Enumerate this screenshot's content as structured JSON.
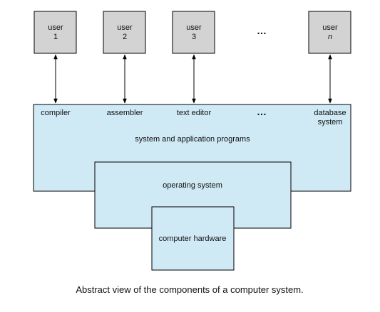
{
  "colors": {
    "user_box_fill": "#d3d3d3",
    "layer_fill": "#cfe9f5",
    "stroke": "#000000"
  },
  "users": [
    {
      "line1": "user",
      "line2": "1",
      "italic": false
    },
    {
      "line1": "user",
      "line2": "2",
      "italic": false
    },
    {
      "line1": "user",
      "line2": "3",
      "italic": false
    },
    {
      "line1": "user",
      "line2": "n",
      "italic": true
    }
  ],
  "user_ellipsis": "…",
  "programs": [
    {
      "line1": "compiler",
      "line2": ""
    },
    {
      "line1": "assembler",
      "line2": ""
    },
    {
      "line1": "text editor",
      "line2": ""
    },
    {
      "line1": "database",
      "line2": "system"
    }
  ],
  "program_ellipsis": "…",
  "layers": {
    "system_programs": "system and application programs",
    "operating_system": "operating system",
    "hardware": "computer hardware"
  },
  "caption": "Abstract view of the components of a computer system."
}
